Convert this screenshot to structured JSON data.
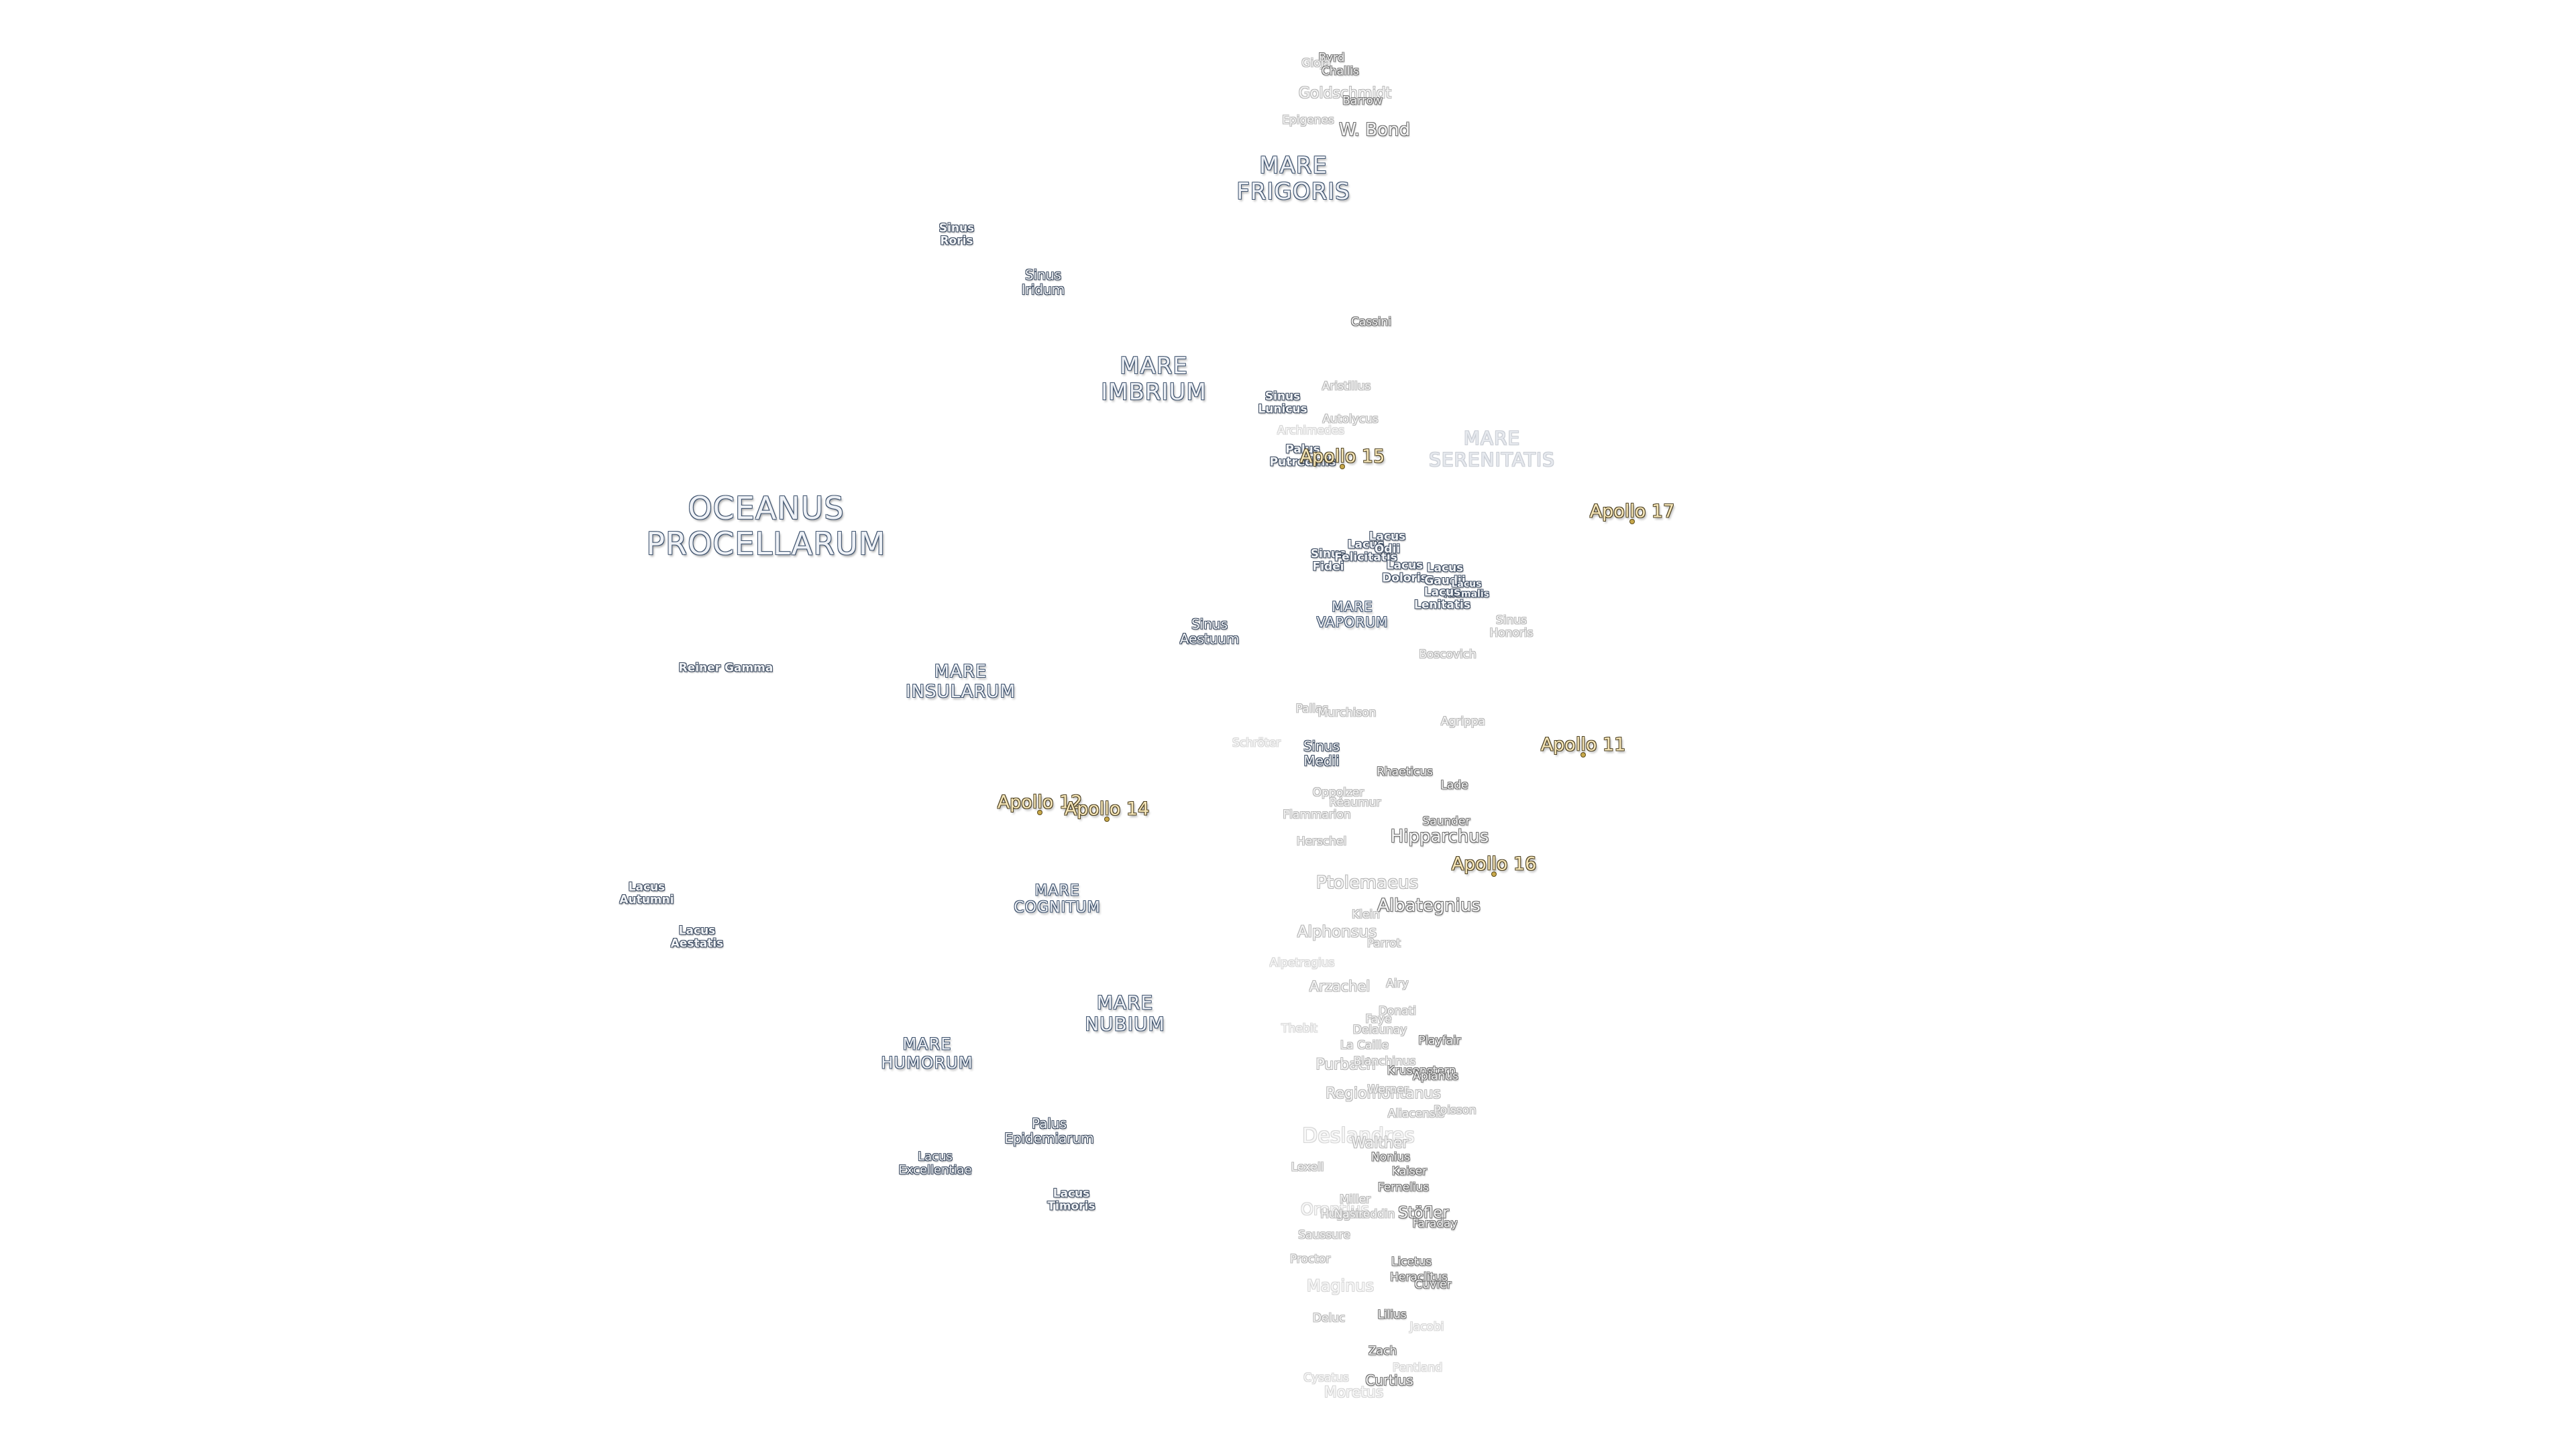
{
  "colors": {
    "background": "#ffffff",
    "mare_label": "#eef1f6",
    "mare_outline": "#3f536e",
    "apollo_label": "#f6e6b8",
    "apollo_outline": "#4e4224",
    "crater_outline": "#707070"
  },
  "maria": [
    {
      "id": "oceanus-procellarum",
      "lines": [
        "OCEANUS",
        "PROCELLARUM"
      ]
    },
    {
      "id": "mare-frigoris",
      "lines": [
        "MARE",
        "FRIGORIS"
      ]
    },
    {
      "id": "mare-imbrium",
      "lines": [
        "MARE",
        "IMBRIUM"
      ]
    },
    {
      "id": "mare-serenitatis",
      "lines": [
        "MARE",
        "SERENITATIS"
      ]
    },
    {
      "id": "mare-insularum",
      "lines": [
        "MARE",
        "INSULARUM"
      ]
    },
    {
      "id": "mare-vaporum",
      "lines": [
        "MARE",
        "VAPORUM"
      ]
    },
    {
      "id": "mare-cognitum",
      "lines": [
        "MARE",
        "COGNITUM"
      ]
    },
    {
      "id": "mare-nubium",
      "lines": [
        "MARE",
        "NUBIUM"
      ]
    },
    {
      "id": "mare-humorum",
      "lines": [
        "MARE",
        "HUMORUM"
      ]
    }
  ],
  "features": [
    {
      "id": "sinus-roris",
      "lines": [
        "Sinus",
        "Roris"
      ]
    },
    {
      "id": "sinus-iridum",
      "lines": [
        "Sinus",
        "Iridum"
      ]
    },
    {
      "id": "sinus-lunicus",
      "lines": [
        "Sinus",
        "Lunicus"
      ]
    },
    {
      "id": "palus-putredinis",
      "lines": [
        "Palus",
        "Putredinis"
      ]
    },
    {
      "id": "sinus-aestuum",
      "lines": [
        "Sinus",
        "Aestuum"
      ]
    },
    {
      "id": "sinus-medii",
      "lines": [
        "Sinus",
        "Medii"
      ]
    },
    {
      "id": "sinus-fidei",
      "lines": [
        "Sinus",
        "Fidei"
      ]
    },
    {
      "id": "lacus-felicitatis",
      "lines": [
        "Lacus",
        "Felicitatis"
      ]
    },
    {
      "id": "lacus-odii",
      "lines": [
        "Lacus",
        "Odii"
      ]
    },
    {
      "id": "lacus-doloris",
      "lines": [
        "Lacus",
        "Doloris"
      ]
    },
    {
      "id": "lacus-gaudii",
      "lines": [
        "Lacus",
        "Gaudii"
      ]
    },
    {
      "id": "lacus-hiemalis",
      "lines": [
        "Lacus",
        "Hiemalis"
      ]
    },
    {
      "id": "lacus-lenitatis",
      "lines": [
        "Lacus",
        "Lenitatis"
      ]
    },
    {
      "id": "sinus-honoris",
      "lines": [
        "Sinus",
        "Honoris"
      ]
    },
    {
      "id": "lacus-autumni",
      "lines": [
        "Lacus",
        "Autumni"
      ]
    },
    {
      "id": "lacus-aestatis",
      "lines": [
        "Lacus",
        "Aestatis"
      ]
    },
    {
      "id": "palus-epidemiarum",
      "lines": [
        "Palus",
        "Epidemiarum"
      ]
    },
    {
      "id": "lacus-excellentiae",
      "lines": [
        "Lacus",
        "Excellentiae"
      ]
    },
    {
      "id": "lacus-timoris",
      "lines": [
        "Lacus",
        "Timoris"
      ]
    },
    {
      "id": "reiner-gamma",
      "lines": [
        "Reiner Gamma"
      ]
    }
  ],
  "apollo_sites": [
    {
      "id": "apollo-11",
      "label": "Apollo 11"
    },
    {
      "id": "apollo-12",
      "label": "Apollo 12"
    },
    {
      "id": "apollo-14",
      "label": "Apollo 14"
    },
    {
      "id": "apollo-15",
      "label": "Apollo 15"
    },
    {
      "id": "apollo-16",
      "label": "Apollo 16"
    },
    {
      "id": "apollo-17",
      "label": "Apollo 17"
    }
  ],
  "craters": [
    {
      "id": "byrd",
      "label": "Byrd"
    },
    {
      "id": "gioja",
      "label": "Gioja"
    },
    {
      "id": "challis",
      "label": "Challis"
    },
    {
      "id": "goldschmidt",
      "label": "Goldschmidt"
    },
    {
      "id": "barrow",
      "label": "Barrow"
    },
    {
      "id": "epigenes",
      "label": "Epigenes"
    },
    {
      "id": "w-bond",
      "label": "W. Bond"
    },
    {
      "id": "cassini",
      "label": "Cassini"
    },
    {
      "id": "aristillus",
      "label": "Aristillus"
    },
    {
      "id": "autolycus",
      "label": "Autolycus"
    },
    {
      "id": "archimedes",
      "label": "Archimedes"
    },
    {
      "id": "boscovich",
      "label": "Boscovich"
    },
    {
      "id": "pallas",
      "label": "Pallas"
    },
    {
      "id": "murchison",
      "label": "Murchison"
    },
    {
      "id": "agrippa",
      "label": "Agrippa"
    },
    {
      "id": "schroter",
      "label": "Schröter"
    },
    {
      "id": "rhaeticus",
      "label": "Rhaeticus"
    },
    {
      "id": "lade",
      "label": "Lade"
    },
    {
      "id": "oppolzer",
      "label": "Oppolzer"
    },
    {
      "id": "reaumur",
      "label": "Réaumur"
    },
    {
      "id": "flammarion",
      "label": "Flammarion"
    },
    {
      "id": "saunder",
      "label": "Saunder"
    },
    {
      "id": "hipparchus",
      "label": "Hipparchus"
    },
    {
      "id": "herschel",
      "label": "Herschel"
    },
    {
      "id": "ptolemaeus",
      "label": "Ptolemaeus"
    },
    {
      "id": "albategnius",
      "label": "Albategnius"
    },
    {
      "id": "klein",
      "label": "Klein"
    },
    {
      "id": "alphonsus",
      "label": "Alphonsus"
    },
    {
      "id": "parrot",
      "label": "Parrot"
    },
    {
      "id": "alpetragius",
      "label": "Alpetragius"
    },
    {
      "id": "arzachel",
      "label": "Arzachel"
    },
    {
      "id": "airy",
      "label": "Airy"
    },
    {
      "id": "donati",
      "label": "Donati"
    },
    {
      "id": "thebit",
      "label": "Thebit"
    },
    {
      "id": "faye",
      "label": "Faye"
    },
    {
      "id": "delaunay",
      "label": "Delaunay"
    },
    {
      "id": "playfair",
      "label": "Playfair"
    },
    {
      "id": "la-caille",
      "label": "La Caille"
    },
    {
      "id": "purbach",
      "label": "Purbach"
    },
    {
      "id": "blanchinus",
      "label": "Blanchinus"
    },
    {
      "id": "krusenstern",
      "label": "Krusenstern"
    },
    {
      "id": "apianus",
      "label": "Apianus"
    },
    {
      "id": "regiomontanus",
      "label": "Regiomontanus"
    },
    {
      "id": "werner",
      "label": "Werner"
    },
    {
      "id": "aliacensis",
      "label": "Aliacensis"
    },
    {
      "id": "poisson",
      "label": "Poisson"
    },
    {
      "id": "deslandres",
      "label": "Deslandres"
    },
    {
      "id": "walther",
      "label": "Walther"
    },
    {
      "id": "nonius",
      "label": "Nonius"
    },
    {
      "id": "lexell",
      "label": "Lexell"
    },
    {
      "id": "kaiser",
      "label": "Kaiser"
    },
    {
      "id": "fernelius",
      "label": "Fernelius"
    },
    {
      "id": "orontius",
      "label": "Orontius"
    },
    {
      "id": "miller",
      "label": "Miller"
    },
    {
      "id": "huggins",
      "label": "Huggins"
    },
    {
      "id": "nasireddin",
      "label": "Nasireddin"
    },
    {
      "id": "stofler",
      "label": "Stöfler"
    },
    {
      "id": "faraday",
      "label": "Faraday"
    },
    {
      "id": "saussure",
      "label": "Saussure"
    },
    {
      "id": "licetus",
      "label": "Licetus"
    },
    {
      "id": "proctor",
      "label": "Proctor"
    },
    {
      "id": "heraclitus",
      "label": "Heraclitus"
    },
    {
      "id": "maginus",
      "label": "Maginus"
    },
    {
      "id": "cuvier",
      "label": "Cuvier"
    },
    {
      "id": "lilius",
      "label": "Lilius"
    },
    {
      "id": "deluc",
      "label": "Deluc"
    },
    {
      "id": "jacobi",
      "label": "Jacobi"
    },
    {
      "id": "zach",
      "label": "Zach"
    },
    {
      "id": "pentland",
      "label": "Pentland"
    },
    {
      "id": "cysatus",
      "label": "Cysatus"
    },
    {
      "id": "curtius",
      "label": "Curtius"
    },
    {
      "id": "moretus",
      "label": "Moretus"
    }
  ]
}
